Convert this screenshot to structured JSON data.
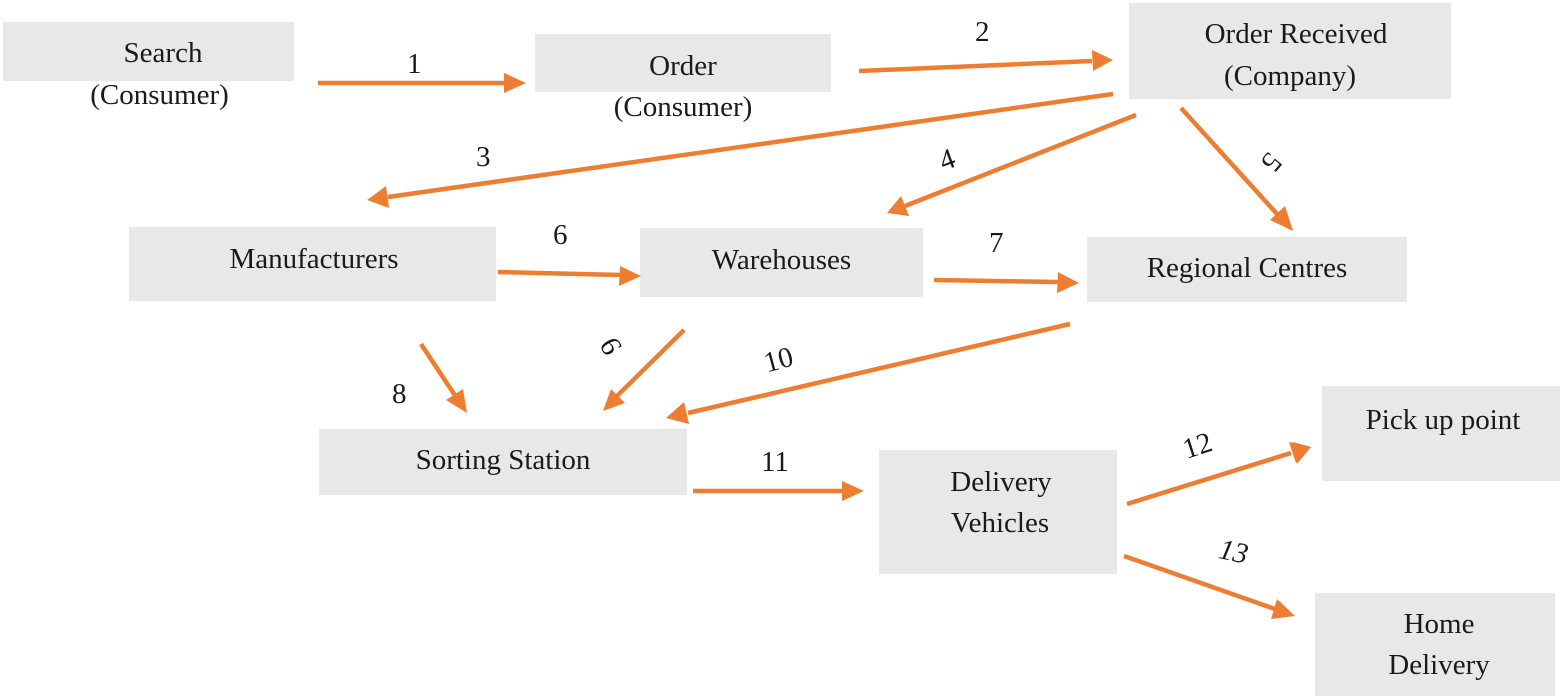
{
  "diagram": {
    "colors": {
      "box": "#e8e8e8",
      "arrow": "#ed7d31",
      "text": "#1a1a1a"
    },
    "nodes": {
      "search": {
        "line1": "Search",
        "line2": "(Consumer)"
      },
      "order": {
        "line1": "Order",
        "line2": "(Consumer)"
      },
      "order_received": {
        "line1": "Order Received",
        "line2": "(Company)"
      },
      "manufacturers": {
        "line1": "Manufacturers"
      },
      "warehouses": {
        "line1": "Warehouses"
      },
      "regional_centres": {
        "line1": "Regional Centres"
      },
      "sorting_station": {
        "line1": "Sorting Station"
      },
      "delivery_vehicles": {
        "line1": "Delivery",
        "line2": "Vehicles"
      },
      "pick_up_point": {
        "line1": "Pick up point"
      },
      "home_delivery": {
        "line1": "Home",
        "line2": "Delivery"
      }
    },
    "edges": [
      {
        "label": "1",
        "from": "Search (Consumer)",
        "to": "Order (Consumer)"
      },
      {
        "label": "2",
        "from": "Order (Consumer)",
        "to": "Order Received (Company)"
      },
      {
        "label": "3",
        "from": "Order Received (Company)",
        "to": "Manufacturers"
      },
      {
        "label": "4",
        "from": "Order Received (Company)",
        "to": "Warehouses"
      },
      {
        "label": "5",
        "from": "Order Received (Company)",
        "to": "Regional Centres"
      },
      {
        "label": "6",
        "from": "Manufacturers",
        "to": "Warehouses"
      },
      {
        "label": "7",
        "from": "Warehouses",
        "to": "Regional Centres"
      },
      {
        "label": "8",
        "from": "Manufacturers",
        "to": "Sorting Station"
      },
      {
        "label": "9",
        "from": "Warehouses",
        "to": "Sorting Station"
      },
      {
        "label": "10",
        "from": "Regional Centres",
        "to": "Sorting Station"
      },
      {
        "label": "11",
        "from": "Sorting Station",
        "to": "Delivery Vehicles"
      },
      {
        "label": "12",
        "from": "Delivery Vehicles",
        "to": "Pick up point"
      },
      {
        "label": "13",
        "from": "Delivery Vehicles",
        "to": "Home Delivery"
      }
    ]
  }
}
